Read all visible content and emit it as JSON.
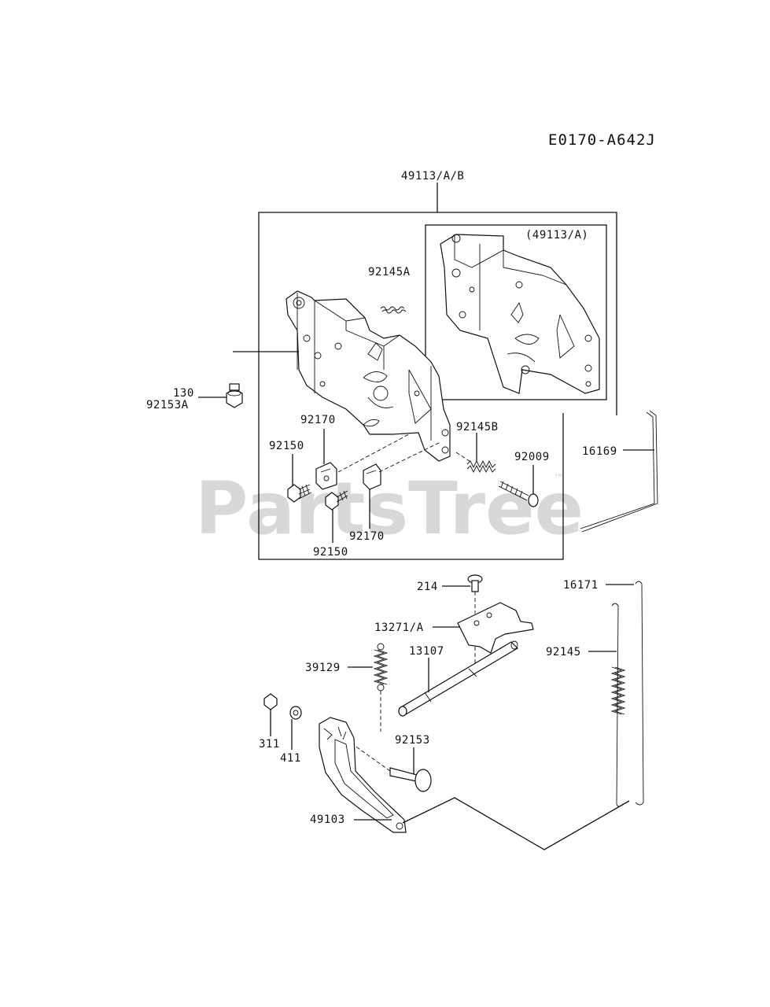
{
  "diagram": {
    "code": "E0170-A642J",
    "watermark": "PartsTree",
    "watermark_tm": "™",
    "inset_label": "(49113/A)",
    "labels": {
      "p49113": "49113/A/B",
      "p92145A": "92145A",
      "p130": "130",
      "p92153A": "92153A",
      "p92170a": "92170",
      "p92150a": "92150",
      "p92145B": "92145B",
      "p92009": "92009",
      "p16169": "16169",
      "p92170b": "92170",
      "p92150b": "92150",
      "p214": "214",
      "p16171": "16171",
      "p13271": "13271/A",
      "p92145": "92145",
      "p13107": "13107",
      "p39129": "39129",
      "p92153": "92153",
      "p311": "311",
      "p411": "411",
      "p49103": "49103"
    }
  }
}
